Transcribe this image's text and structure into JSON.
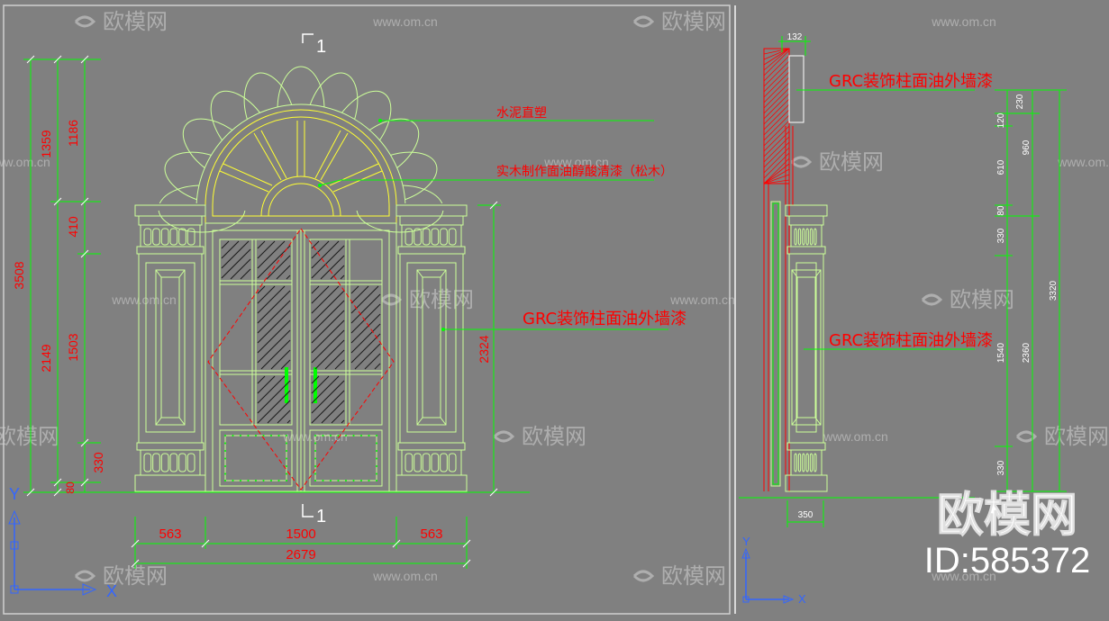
{
  "colors": {
    "background": "#808080",
    "green": "#00ff00",
    "lightgreen": "#ccff99",
    "yellow": "#ffff33",
    "red": "#ff0000",
    "white": "#ffffff",
    "darkline": "#1a1a1a",
    "blue": "#3366ff",
    "watermark": "#bdbdbd"
  },
  "watermarks": {
    "brand": "欧模网",
    "site": "www.om.cn"
  },
  "front": {
    "section_mark_top": "1",
    "section_mark_bottom": "1",
    "label_cement": "水泥直塑",
    "label_wood": "实木制作面油醇酸清漆（松木）",
    "label_grc": "GRC装饰柱面油外墙漆",
    "dims_left_outer": "3508",
    "dims_left_mid": [
      "1359",
      "2149",
      "80"
    ],
    "dims_left_inner": [
      "1186",
      "410",
      "1503",
      "330"
    ],
    "dim_right": "2324",
    "dims_bottom": [
      "563",
      "1500",
      "563"
    ],
    "dim_total": "2679"
  },
  "side": {
    "dim_top": "132",
    "label_grc_top": "GRC装饰柱面油外墙漆",
    "label_grc_mid": "GRC装饰柱面油外墙漆",
    "dims_col1": [
      "230",
      "120",
      "610",
      "80",
      "330",
      "1540",
      "330"
    ],
    "dims_col2": [
      "960",
      "2360"
    ],
    "dim_total": "3320",
    "dim_bottom": "350"
  },
  "axes": {
    "y_label": "Y",
    "x_label": "X"
  },
  "brand_badge": {
    "name": "欧模网",
    "id": "ID:585372"
  }
}
